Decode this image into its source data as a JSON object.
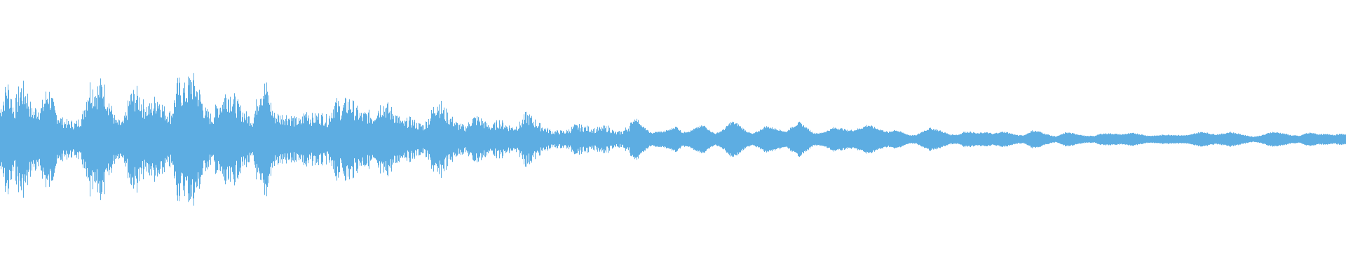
{
  "waveform": {
    "color": "#5dade2",
    "description_keys": [],
    "envelope": [
      0.55,
      0.65,
      0.3,
      0.55,
      0.6,
      0.45,
      0.35,
      0.5,
      0.3,
      0.25,
      0.3,
      0.2,
      0.25,
      0.55,
      0.5,
      0.6,
      0.45,
      0.25,
      0.3,
      0.65,
      0.6,
      0.4,
      0.35,
      0.45,
      0.3,
      0.25,
      0.55,
      0.5,
      0.65,
      0.55,
      0.35,
      0.3,
      0.6,
      0.75,
      0.55,
      0.35,
      0.25,
      0.2,
      0.55,
      0.65,
      0.45,
      0.3,
      0.25,
      0.2,
      0.2,
      0.45,
      0.3,
      0.25,
      0.2,
      0.45,
      0.55,
      0.45,
      0.3,
      0.25,
      0.35,
      0.45,
      0.4,
      0.3,
      0.25,
      0.2,
      0.35,
      0.2,
      0.15,
      0.25,
      0.4,
      0.3,
      0.25,
      0.2,
      0.2,
      0.35,
      0.3,
      0.2,
      0.15,
      0.2,
      0.15,
      0.12,
      0.15,
      0.25,
      0.2,
      0.15,
      0.12,
      0.1,
      0.12,
      0.15,
      0.18,
      0.15,
      0.12,
      0.1,
      0.12,
      0.15,
      0.12,
      0.1,
      0.14,
      0.22,
      0.15,
      0.12,
      0.1,
      0.08,
      0.1,
      0.16,
      0.12,
      0.1,
      0.12,
      0.15,
      0.12,
      0.1,
      0.12,
      0.18,
      0.16,
      0.12,
      0.1,
      0.12,
      0.15,
      0.12,
      0.1,
      0.08,
      0.15,
      0.22,
      0.18,
      0.12,
      0.1,
      0.12,
      0.15,
      0.13,
      0.1,
      0.1,
      0.12,
      0.15,
      0.12,
      0.1,
      0.08,
      0.12,
      0.1,
      0.08,
      0.06,
      0.1,
      0.12,
      0.1,
      0.08,
      0.06,
      0.08,
      0.1,
      0.08,
      0.06,
      0.08,
      0.1,
      0.09,
      0.08,
      0.06,
      0.05,
      0.08,
      0.1,
      0.08,
      0.06,
      0.05,
      0.06,
      0.08,
      0.06,
      0.05,
      0.04,
      0.06,
      0.08,
      0.07,
      0.06,
      0.05,
      0.06,
      0.07,
      0.06,
      0.05,
      0.06,
      0.08,
      0.07,
      0.06,
      0.05,
      0.05,
      0.07,
      0.08,
      0.06,
      0.05,
      0.06,
      0.08,
      0.07,
      0.06,
      0.05,
      0.05,
      0.06,
      0.08,
      0.07,
      0.06,
      0.05,
      0.06,
      0.08,
      0.07,
      0.05,
      0.06,
      0.08,
      0.07,
      0.05
    ],
    "gaps": [
      0.42,
      0.5,
      0.57,
      0.62
    ]
  }
}
